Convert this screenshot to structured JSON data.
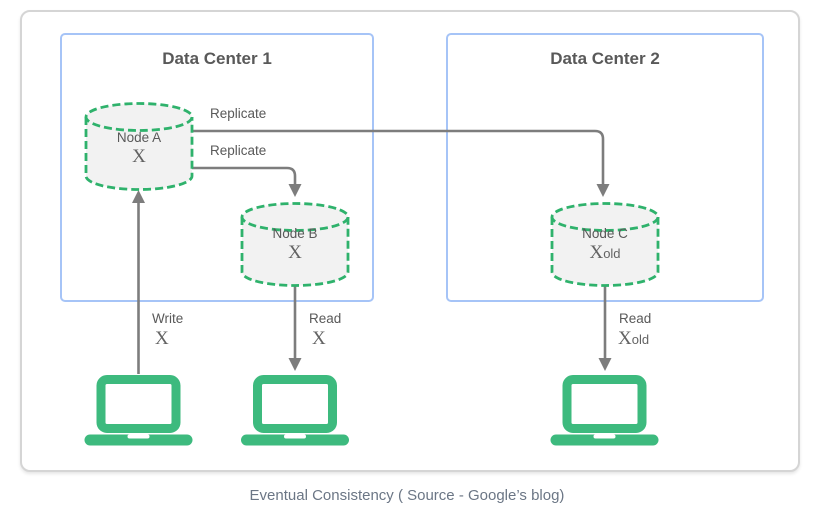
{
  "colors": {
    "green": "#3dba7e",
    "green-dash": "#2fb26c",
    "blue-border": "#a6c4f7",
    "arrow-gray": "#7d7d7d",
    "text-gray": "#595959",
    "caption-gray": "#6b7685",
    "cyl-fill": "#f2f2f2",
    "card-border": "#d5d5d5"
  },
  "caption": "Eventual Consistency ( Source - Google’s blog)",
  "data_centers": [
    {
      "title": "Data Center 1"
    },
    {
      "title": "Data Center 2"
    }
  ],
  "nodes": [
    {
      "name": "Node A",
      "value": "X",
      "value_suffix": ""
    },
    {
      "name": "Node B",
      "value": "X",
      "value_suffix": ""
    },
    {
      "name": "Node C",
      "value": "X",
      "value_suffix": "old"
    }
  ],
  "edges": {
    "replicate_to_node_c": {
      "label": "Replicate"
    },
    "replicate_to_node_b": {
      "label": "Replicate"
    },
    "write": {
      "label": "Write",
      "value": "X",
      "value_suffix": ""
    },
    "read_node_b": {
      "label": "Read",
      "value": "X",
      "value_suffix": ""
    },
    "read_node_c": {
      "label": "Read",
      "value": "X",
      "value_suffix": "old"
    }
  },
  "icons": {
    "client": "laptop-icon",
    "node": "database-cylinder-icon"
  }
}
